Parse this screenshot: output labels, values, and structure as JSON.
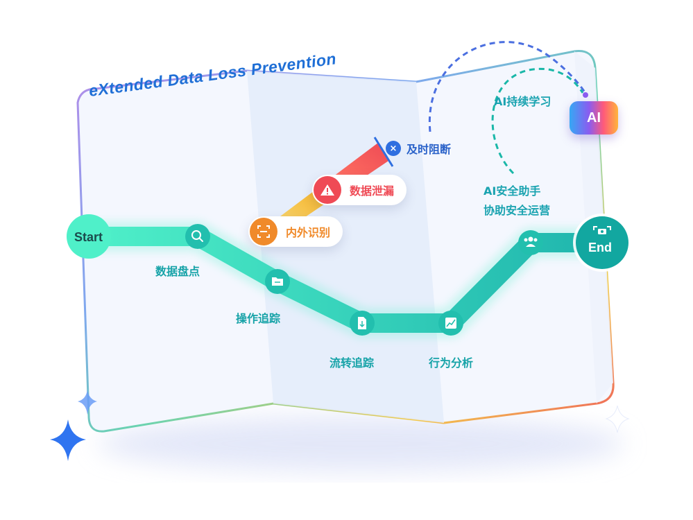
{
  "title": "eXtended Data Loss Prevention",
  "start_label": "Start",
  "end_label": "End",
  "nodes": [
    {
      "label": "数据盘点",
      "icon": "search-icon"
    },
    {
      "label": "操作追踪",
      "icon": "folder-icon"
    },
    {
      "label": "流转追踪",
      "icon": "file-download-icon"
    },
    {
      "label": "行为分析",
      "icon": "chart-icon"
    },
    {
      "label": "",
      "icon": "users-icon"
    }
  ],
  "branch": {
    "identify": {
      "label": "内外识别",
      "icon": "scan-icon",
      "color": "#f08a2a"
    },
    "leak": {
      "label": "数据泄漏",
      "icon": "warning-icon",
      "color": "#ef4a55"
    },
    "block": {
      "label": "及时阻断",
      "icon": "close-icon",
      "color": "#2f6fe0"
    }
  },
  "ai": {
    "badge": "AI",
    "learn_label": "AI持续学习",
    "assist_line1": "AI安全助手",
    "assist_line2": "协助安全运营"
  },
  "colors": {
    "path": "#25cbb3",
    "title": "#1f6fd6",
    "node_label": "#17a3a8",
    "end_circle": "#12a7a0"
  }
}
